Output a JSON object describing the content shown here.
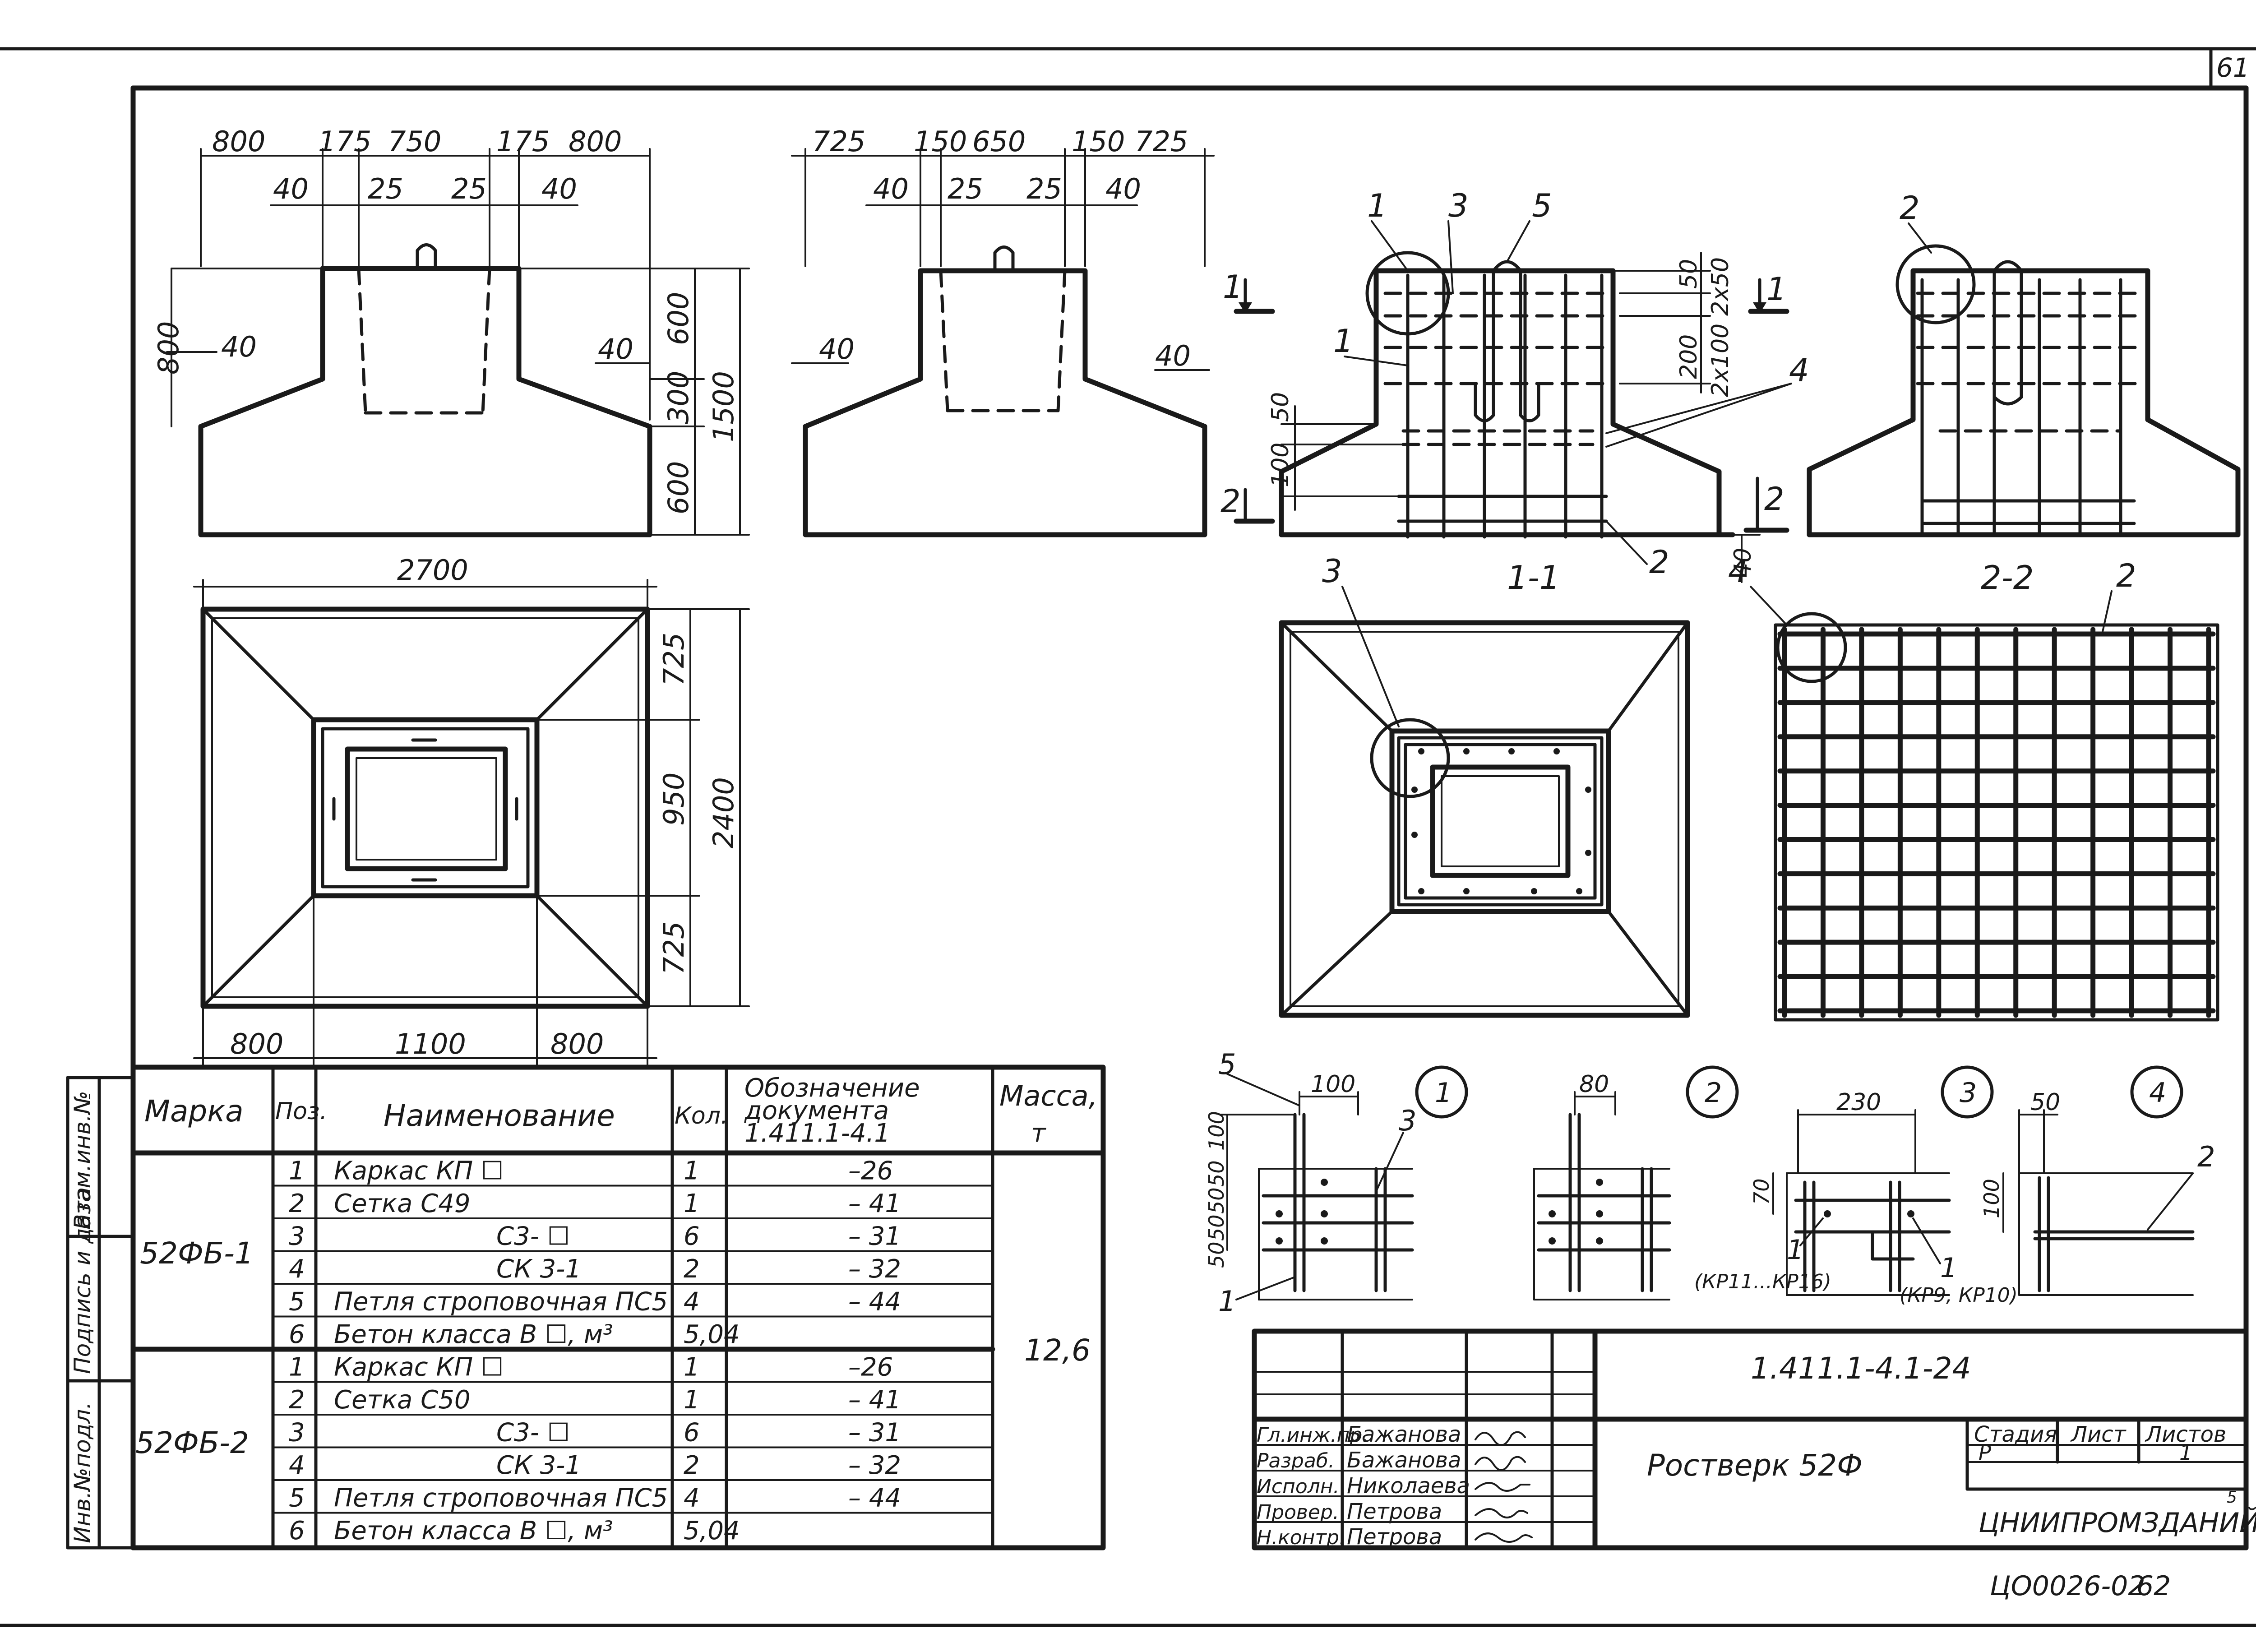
{
  "sheet": {
    "sheet_number": "61",
    "stamp_code": "ЦО0026-02",
    "stamp_page": "62"
  },
  "left_margin": {
    "labels": [
      "Взам.инв.№",
      "Подпись и дата",
      "Инв.№подл."
    ]
  },
  "elevation1": {
    "top_dims": [
      "800",
      "175",
      "750",
      "175",
      "800"
    ],
    "sub_dims": [
      "40",
      "25",
      "25",
      "40"
    ],
    "left_dims": [
      "800",
      "40"
    ],
    "right_dims": [
      "40",
      "600",
      "300",
      "600",
      "1500"
    ]
  },
  "elevation2": {
    "top_dims": [
      "725",
      "150",
      "650",
      "150",
      "725"
    ],
    "sub_dims": [
      "40",
      "25",
      "25",
      "40"
    ],
    "side_dims": [
      "40",
      "40"
    ]
  },
  "plan1": {
    "top_dim": "2700",
    "right_dims": [
      "725",
      "950",
      "725",
      "2400"
    ],
    "bottom_dims": [
      "800",
      "1100",
      "800"
    ]
  },
  "section11": {
    "title": "1-1",
    "callouts": [
      "1",
      "3",
      "5",
      "1",
      "4",
      "2"
    ],
    "cut_marks": [
      "1",
      "1",
      "2",
      "2"
    ],
    "dims_right": [
      "50",
      "2х50",
      "200",
      "2х100"
    ],
    "dims_left": [
      "50",
      "100"
    ],
    "dim_bottom": "40"
  },
  "section22": {
    "title": "2-2",
    "callout": "2"
  },
  "plan2": {
    "callout": "3"
  },
  "mesh": {
    "callouts": [
      "4",
      "2"
    ]
  },
  "details": {
    "d1": {
      "num": "1",
      "dims": [
        "100",
        "100",
        "50",
        "50",
        "50",
        "50"
      ],
      "callouts": [
        "5",
        "3",
        "1"
      ]
    },
    "d2": {
      "num": "2",
      "dims": [
        "80"
      ]
    },
    "d3": {
      "num": "3",
      "dims": [
        "230",
        "70"
      ],
      "callouts": [
        "1",
        "1"
      ],
      "notes": [
        "(КР11...КР16)",
        "(КР9, КР10)"
      ]
    },
    "d4": {
      "num": "4",
      "dims": [
        "50",
        "100"
      ],
      "callouts": [
        "2"
      ]
    }
  },
  "spec_table": {
    "headers": {
      "mark": "Марка",
      "pos": "Поз.",
      "name": "Наименование",
      "qty": "Кол.",
      "doc": [
        "Обозначение",
        "документа",
        "1.411.1-4.1"
      ],
      "mass": [
        "Масса,",
        "т"
      ]
    },
    "groups": [
      {
        "mark": "52ФБ-1",
        "rows": [
          {
            "pos": "1",
            "name": "Каркас    КП ☐",
            "qty": "1",
            "doc": "–26"
          },
          {
            "pos": "2",
            "name": "Сетка      С49",
            "qty": "1",
            "doc": "– 41"
          },
          {
            "pos": "3",
            "name": "С3- ☐",
            "qty": "6",
            "doc": "– 31"
          },
          {
            "pos": "4",
            "name": "СК 3-1",
            "qty": "2",
            "doc": "– 32"
          },
          {
            "pos": "5",
            "name": "Петля строповочная ПС5",
            "qty": "4",
            "doc": "– 44"
          },
          {
            "pos": "6",
            "name": "Бетон класса В ☐, м³",
            "qty": "5,04",
            "doc": ""
          }
        ]
      },
      {
        "mark": "52ФБ-2",
        "rows": [
          {
            "pos": "1",
            "name": "Каркас      КП ☐",
            "qty": "1",
            "doc": "–26"
          },
          {
            "pos": "2",
            "name": "Сетка      С50",
            "qty": "1",
            "doc": "– 41"
          },
          {
            "pos": "3",
            "name": "С3- ☐",
            "qty": "6",
            "doc": "– 31"
          },
          {
            "pos": "4",
            "name": "СК 3-1",
            "qty": "2",
            "doc": "– 32"
          },
          {
            "pos": "5",
            "name": "Петля строповочная ПС5",
            "qty": "4",
            "doc": "– 44"
          },
          {
            "pos": "6",
            "name": "Бетон класса В ☐, м³",
            "qty": "5,04",
            "doc": ""
          }
        ]
      }
    ],
    "mass_value": "12,6"
  },
  "title_block": {
    "document_code": "1.411.1-4.1-24",
    "drawing_title": "Ростверк 52Ф",
    "organization": "ЦНИИПРОМЗДАНИЙ",
    "org_superscript": "5",
    "stage_header": "Стадия",
    "sheet_header": "Лист",
    "sheets_header": "Листов",
    "stage": "Р",
    "sheet": "",
    "sheets": "1",
    "people": [
      {
        "role": "Гл.инж.пр.",
        "name": "Бажанова"
      },
      {
        "role": "Разраб.",
        "name": "Бажанова"
      },
      {
        "role": "Исполн.",
        "name": "Николаева"
      },
      {
        "role": "Провер.",
        "name": "Петрова"
      },
      {
        "role": "Н.контр.",
        "name": "Петрова"
      }
    ]
  }
}
